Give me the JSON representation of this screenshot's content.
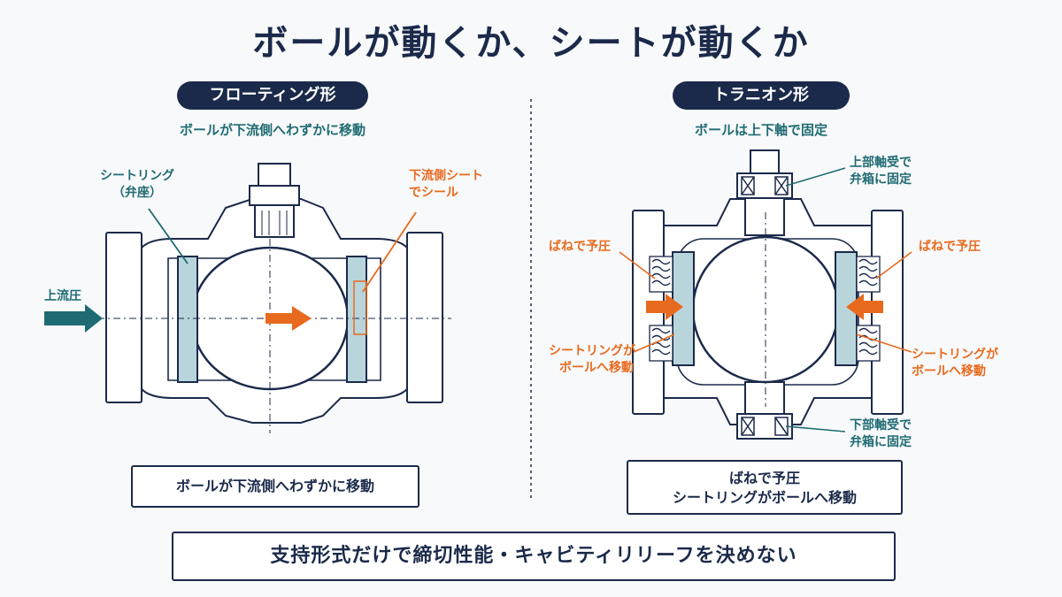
{
  "title": "ボールが動くか、シートが動くか",
  "left": {
    "pill": "フローティング形",
    "subtitle": "ボールが下流側へわずかに移動",
    "seat_ring_label": [
      "シートリング",
      "（弁座）"
    ],
    "downstream_label": [
      "下流側シート",
      "でシール"
    ],
    "upstream_label": "上流圧",
    "caption": "ボールが下流側へわずかに移動"
  },
  "right": {
    "pill": "トラニオン形",
    "subtitle": "ボールは上下軸で固定",
    "upper_bearing": [
      "上部軸受で",
      "弁箱に固定"
    ],
    "lower_bearing": [
      "下部軸受で",
      "弁箱に固定"
    ],
    "spring_left": "ばねで予圧",
    "spring_right": "ばねで予圧",
    "seat_move_left": [
      "シートリングが",
      "ボールへ移動"
    ],
    "seat_move_right": [
      "シートリングが",
      "ボールへ移動"
    ],
    "caption": [
      "ばねで予圧",
      "シートリングがボールへ移動"
    ]
  },
  "footer": "支持形式だけで締切性能・キャビティリリーフを決めない",
  "colors": {
    "navy": "#1b2a4a",
    "teal": "#1f6b73",
    "orange": "#e86a1e",
    "seat_fill": "#b9d5dc"
  }
}
